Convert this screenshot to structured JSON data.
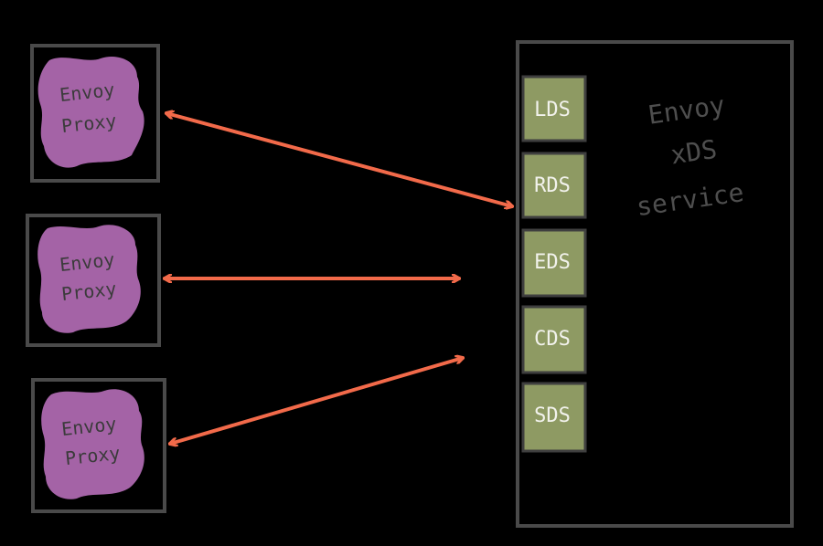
{
  "colors": {
    "background": "#000000",
    "box_outline": "#4a4a4a",
    "proxy_fill": "#a463a6",
    "proxy_text": "#3b3b3b",
    "service_chip_fill": "#8e9a63",
    "service_chip_text": "#f2f2ec",
    "arrow": "#f26a4a",
    "server_label": "#4e4e4e"
  },
  "proxies": [
    {
      "line1": "Envoy",
      "line2": "Proxy"
    },
    {
      "line1": "Envoy",
      "line2": "Proxy"
    },
    {
      "line1": "Envoy",
      "line2": "Proxy"
    }
  ],
  "server": {
    "label_line1": "Envoy",
    "label_line2": "xDS",
    "label_line3": "service"
  },
  "services": [
    "LDS",
    "RDS",
    "EDS",
    "CDS",
    "SDS"
  ],
  "icons": {
    "arrow": "double-headed-arrow-icon",
    "blob": "paint-blob-icon"
  }
}
